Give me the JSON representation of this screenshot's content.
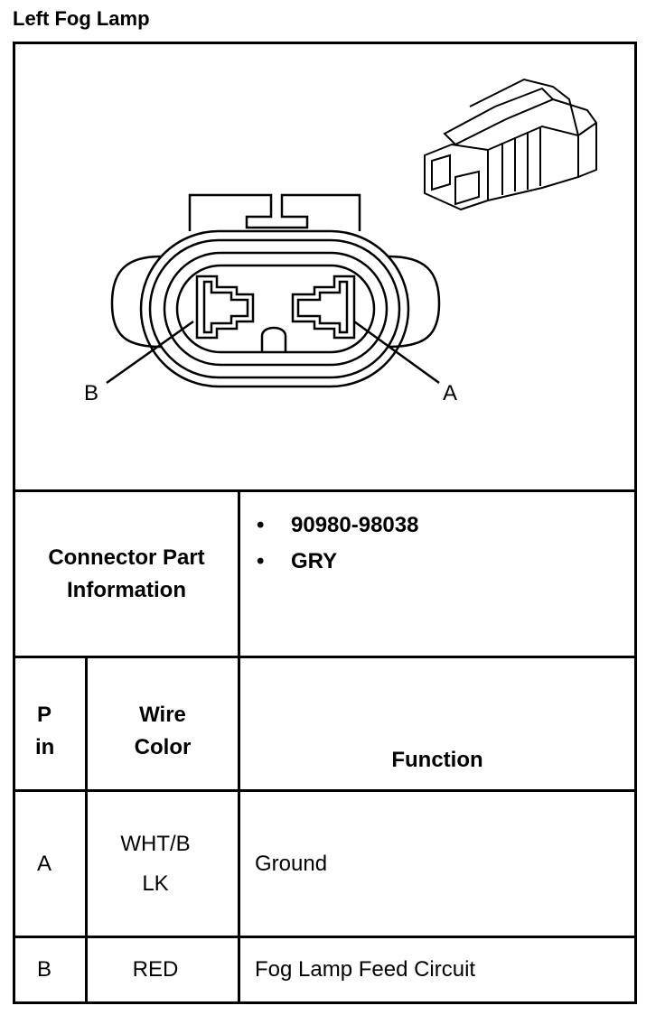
{
  "title": "Left Fog Lamp",
  "diagram": {
    "label_b": "B",
    "label_a": "A"
  },
  "connector_info": {
    "label": "Connector Part Information",
    "items": [
      "90980-98038",
      "GRY"
    ]
  },
  "headers": {
    "pin": "P in",
    "wire_color": "Wire Color",
    "function": "Function"
  },
  "rows": [
    {
      "pin": "A",
      "wire_color": "WHT/B LK",
      "function": "Ground"
    },
    {
      "pin": "B",
      "wire_color": "RED",
      "function": "Fog Lamp Feed Circuit"
    }
  ]
}
